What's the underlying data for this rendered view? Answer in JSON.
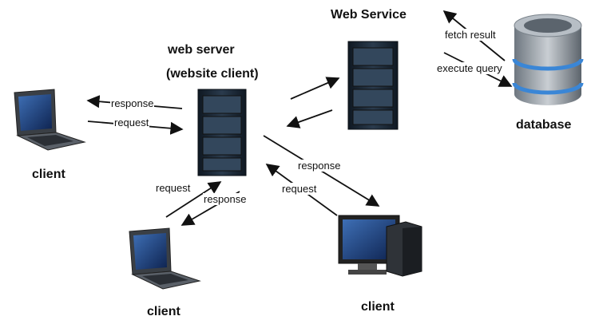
{
  "nodes": {
    "web_service": {
      "label": "Web Service"
    },
    "web_server": {
      "line1": "web server",
      "line2": "(website client)"
    },
    "database": {
      "label": "database"
    },
    "client_left": {
      "label": "client"
    },
    "client_bottom": {
      "label": "client"
    },
    "client_desktop": {
      "label": "client"
    }
  },
  "edges": {
    "left_response": "response",
    "left_request": "request",
    "bottom_request": "request",
    "bottom_response": "response",
    "desktop_response": "response",
    "desktop_request": "request",
    "db_fetch": "fetch result",
    "db_execute": "execute query"
  },
  "colors": {
    "server_body": "#1c2a38",
    "db_body": "#8a939c",
    "db_ring": "#3a86d6",
    "arrow": "#111111"
  }
}
